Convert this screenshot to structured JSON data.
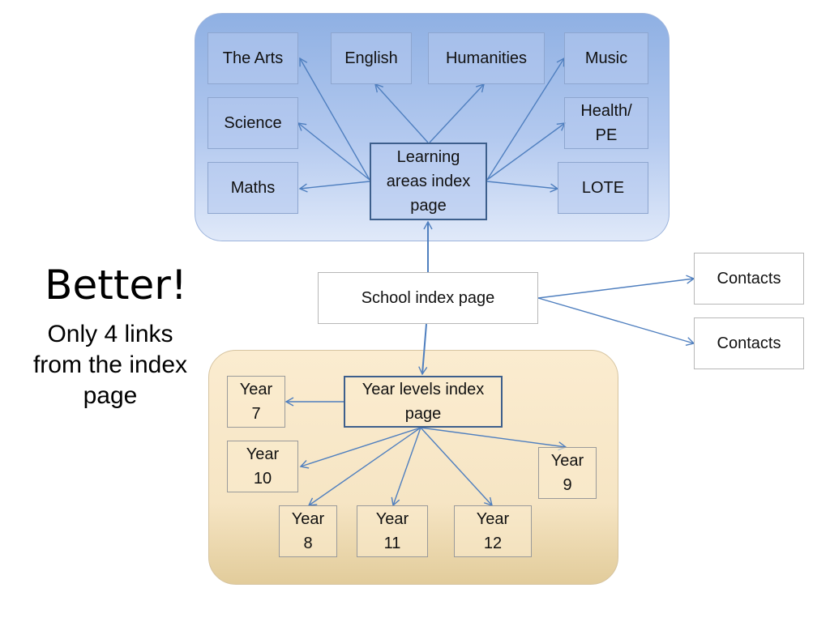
{
  "nodes": {
    "the_arts": "The Arts",
    "english": "English",
    "humanities": "Humanities",
    "music": "Music",
    "science": "Science",
    "health_pe": "Health/ PE",
    "maths": "Maths",
    "lote": "LOTE",
    "learning_areas": "Learning areas index page",
    "school_index": "School index page",
    "contacts_1": "Contacts",
    "contacts_2": "Contacts",
    "year_levels": "Year levels index page",
    "year7": "Year 7",
    "year10": "Year 10",
    "year9": "Year 9",
    "year8": "Year 8",
    "year11": "Year 11",
    "year12": "Year 12"
  },
  "caption": {
    "heading": "Better!",
    "note": "Only 4 links from the index page"
  },
  "colors": {
    "arrow": "#4f7fbf",
    "hub_border": "#3d5f8c"
  }
}
